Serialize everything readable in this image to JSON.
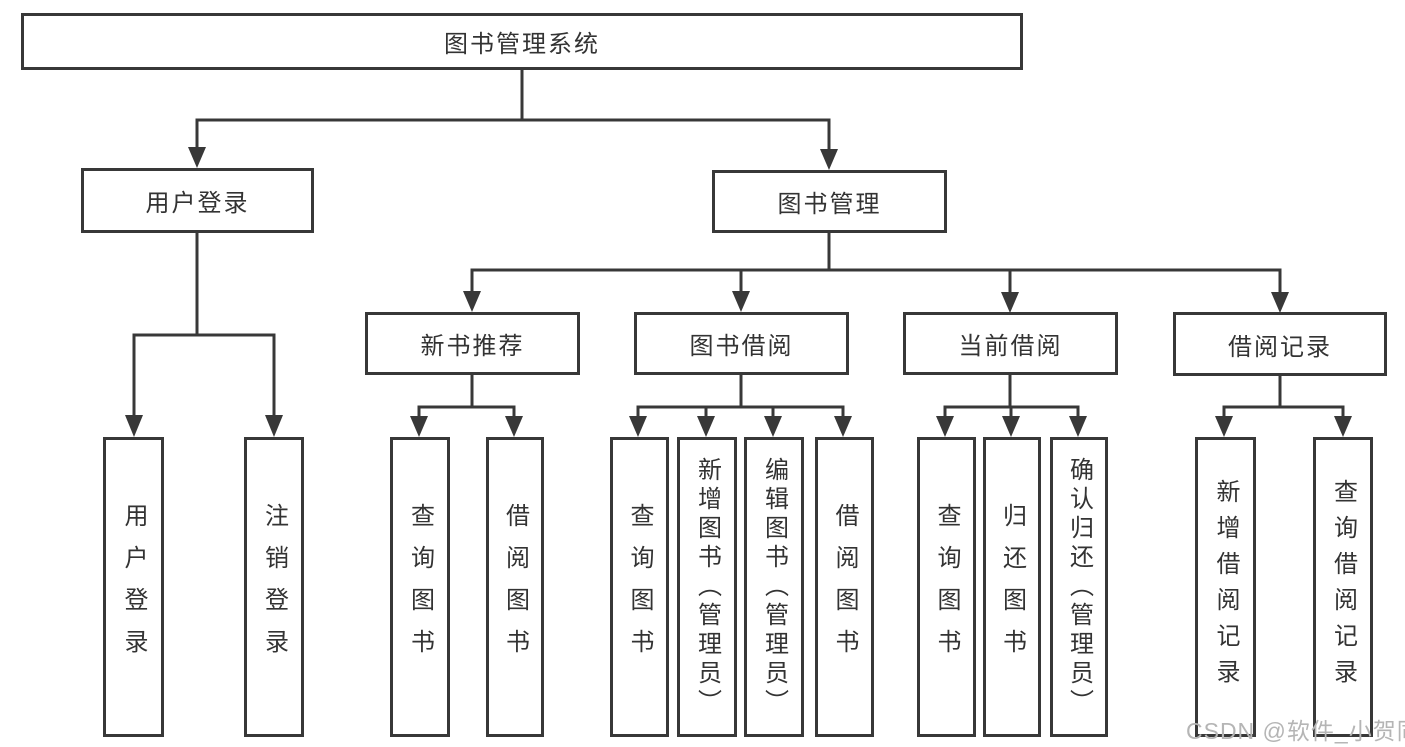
{
  "diagram": {
    "title": "图书管理系统",
    "level2": {
      "user_login": "用户登录",
      "book_management": "图书管理"
    },
    "groups": {
      "new_book_recommend": "新书推荐",
      "book_borrow": "图书借阅",
      "current_borrow": "当前借阅",
      "borrow_records": "借阅记录"
    },
    "leaves": [
      "用户登录",
      "注销登录",
      "查询图书",
      "借阅图书",
      "查询图书",
      "新增图书（管理员）",
      "编辑图书（管理员）",
      "借阅图书",
      "查询图书",
      "归还图书",
      "确认归还（管理员）",
      "新增借阅记录",
      "查询借阅记录"
    ],
    "hierarchy": {
      "图书管理系统": [
        "用户登录",
        "图书管理"
      ],
      "用户登录": [
        "用户登录",
        "注销登录"
      ],
      "图书管理": [
        "新书推荐",
        "图书借阅",
        "当前借阅",
        "借阅记录"
      ],
      "新书推荐": [
        "查询图书",
        "借阅图书"
      ],
      "图书借阅": [
        "查询图书",
        "新增图书（管理员）",
        "编辑图书（管理员）",
        "借阅图书"
      ],
      "当前借阅": [
        "查询图书",
        "归还图书",
        "确认归还（管理员）"
      ],
      "借阅记录": [
        "新增借阅记录",
        "查询借阅记录"
      ]
    },
    "watermark": "CSDN @软件_小贺同学",
    "colors": {
      "line": "#383838",
      "text": "#333333",
      "watermark": "#b5b5b5",
      "background": "#ffffff"
    }
  }
}
